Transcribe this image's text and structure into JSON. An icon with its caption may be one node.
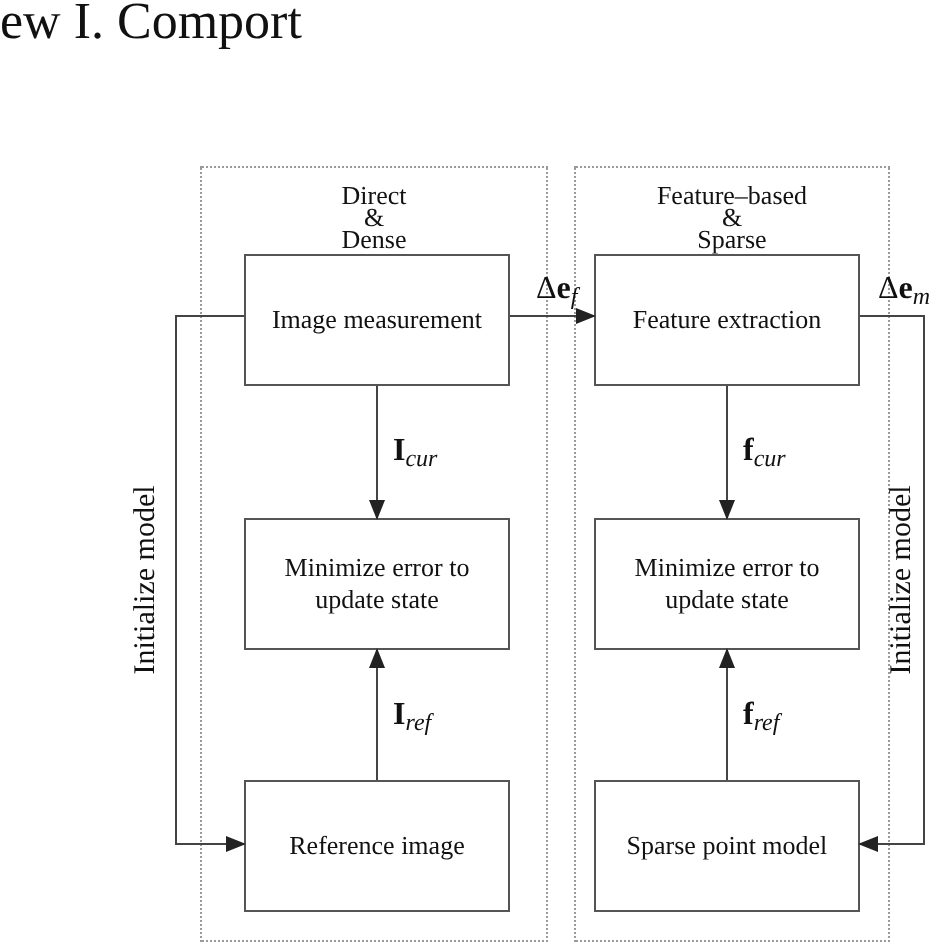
{
  "diagram": {
    "nodes": [
      {
        "text": [
          "Direct & Dense"
        ]
      },
      {
        "text": [
          "Image measurement"
        ],
        "in": 0
      },
      {
        "text": [
          "Minimize error to update state"
        ],
        "in": 0
      },
      {
        "text": [
          "Reference image"
        ],
        "in": 0
      },
      {
        "text": [
          "Feature–based & Sparse"
        ]
      },
      {
        "text": [
          "Feature extraction"
        ],
        "in": 4
      },
      {
        "text": [
          "Minimize error to update state"
        ],
        "in": 4
      },
      {
        "text": [
          "Sparse point model"
        ],
        "in": 4
      }
    ],
    "edges": [
      {
        "from": 1,
        "to": 2,
        "arrow": "to",
        "label": "**I**$_{cur}$"
      },
      {
        "from": 3,
        "to": 2,
        "arrow": "to",
        "label": "**I**$_{ref}$"
      },
      {
        "from": 1,
        "to": 3,
        "arrow": "to",
        "label": "Initialize model"
      },
      {
        "from": 1,
        "to": 5,
        "arrow": "to",
        "label": "Δ**e**$_{f}$"
      },
      {
        "from": 5,
        "to": 6,
        "arrow": "to",
        "label": "**f**$_{cur}$"
      },
      {
        "from": 7,
        "to": 6,
        "arrow": "to",
        "label": "**f**$_{ref}$"
      },
      {
        "from": 5,
        "to": 7,
        "arrow": "to",
        "label": "Δ**e**$_{m}$"
      }
    ],
    "labels": [
      "ew I. Comport",
      "Initialize model"
    ]
  }
}
